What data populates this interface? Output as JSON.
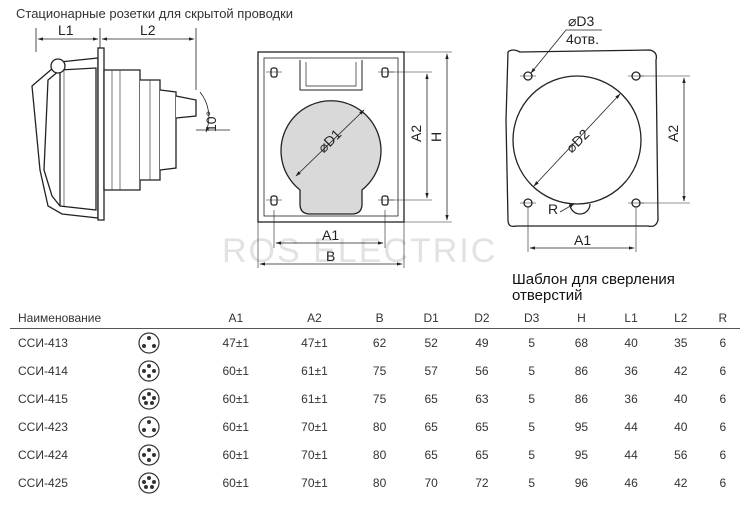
{
  "title": "Стационарные розетки для скрытой проводки",
  "watermark": "ROS ELECTRIC",
  "template_caption": [
    "Шаблон для сверления",
    "отверстий"
  ],
  "drawing_labels": {
    "L1": "L1",
    "L2": "L2",
    "angle": "10°",
    "D1": "⌀D1",
    "A1": "A1",
    "A2": "A2",
    "B": "B",
    "H": "H",
    "D3": "⌀D3",
    "holes": "4отв.",
    "D2": "⌀D2",
    "R": "R"
  },
  "table": {
    "headers": [
      "Наименование",
      "",
      "A1",
      "A2",
      "B",
      "D1",
      "D2",
      "D3",
      "H",
      "L1",
      "L2",
      "R"
    ],
    "rows": [
      {
        "name": "ССИ-413",
        "icon": "socket-3pin-icon",
        "cells": [
          "47±1",
          "47±1",
          "62",
          "52",
          "49",
          "5",
          "68",
          "40",
          "35",
          "6"
        ]
      },
      {
        "name": "ССИ-414",
        "icon": "socket-4pin-icon",
        "cells": [
          "60±1",
          "61±1",
          "75",
          "57",
          "56",
          "5",
          "86",
          "36",
          "42",
          "6"
        ]
      },
      {
        "name": "ССИ-415",
        "icon": "socket-5pin-icon",
        "cells": [
          "60±1",
          "61±1",
          "75",
          "65",
          "63",
          "5",
          "86",
          "36",
          "40",
          "6"
        ]
      },
      {
        "name": "ССИ-423",
        "icon": "socket-3pin-icon",
        "cells": [
          "60±1",
          "70±1",
          "80",
          "65",
          "65",
          "5",
          "95",
          "44",
          "40",
          "6"
        ]
      },
      {
        "name": "ССИ-424",
        "icon": "socket-4pin-icon",
        "cells": [
          "60±1",
          "70±1",
          "80",
          "65",
          "65",
          "5",
          "95",
          "44",
          "56",
          "6"
        ]
      },
      {
        "name": "ССИ-425",
        "icon": "socket-5pin-icon",
        "cells": [
          "60±1",
          "70±1",
          "80",
          "70",
          "72",
          "5",
          "96",
          "46",
          "42",
          "6"
        ]
      }
    ]
  }
}
